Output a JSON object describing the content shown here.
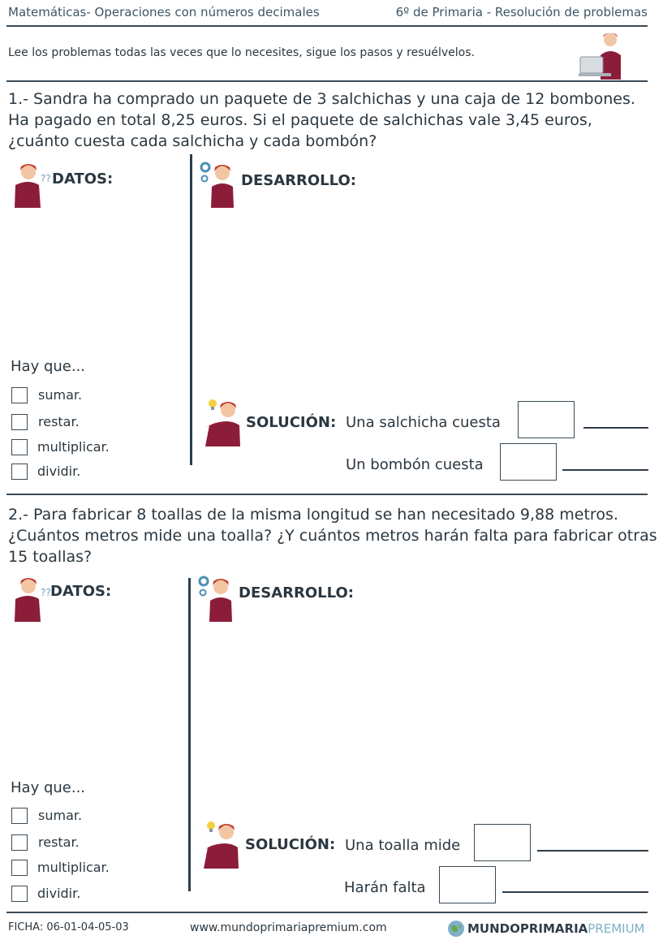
{
  "header": {
    "left": "Matemáticas- Operaciones con números decimales",
    "right": "6º de Primaria - Resolución de problemas"
  },
  "intro": "Lee los problemas todas las veces que lo necesites, sigue los pasos y resuélvelos.",
  "problems": [
    {
      "text": "1.- Sandra ha comprado un paquete de 3 salchichas y una caja de 12 bombones. Ha pagado en total 8,25 euros. Si el paquete de salchichas vale 3,45 euros, ¿cuánto cuesta cada salchicha y cada bombón?",
      "datos_label": "DATOS:",
      "desarrollo_label": "DESARROLLO:",
      "hay_que": "Hay que...",
      "options": [
        "sumar.",
        "restar.",
        "multiplicar.",
        "dividir."
      ],
      "solucion_label": "SOLUCIÓN:",
      "answers": [
        "Una salchicha cuesta",
        "Un bombón cuesta"
      ]
    },
    {
      "text": "2.- Para fabricar 8 toallas de la misma longitud se han necesitado 9,88 metros. ¿Cuántos metros mide una toalla? ¿Y cuántos metros harán falta para fabricar otras 15 toallas?",
      "datos_label": "DATOS:",
      "desarrollo_label": "DESARROLLO:",
      "hay_que": "Hay que...",
      "options": [
        "sumar.",
        "restar.",
        "multiplicar.",
        "dividir."
      ],
      "solucion_label": "SOLUCIÓN:",
      "answers": [
        "Una toalla mide",
        "Harán falta"
      ]
    }
  ],
  "footer": {
    "ficha": "FICHA: 06-01-04-05-03",
    "url": "www.mundoprimariapremium.com",
    "brand_bold": "MUNDOPRIMARIA",
    "brand_light": "PREMIUM"
  },
  "colors": {
    "text": "#2b3740",
    "line": "#2f3d4a",
    "character_shirt": "#8c1d3a",
    "character_hair": "#c0392b"
  }
}
